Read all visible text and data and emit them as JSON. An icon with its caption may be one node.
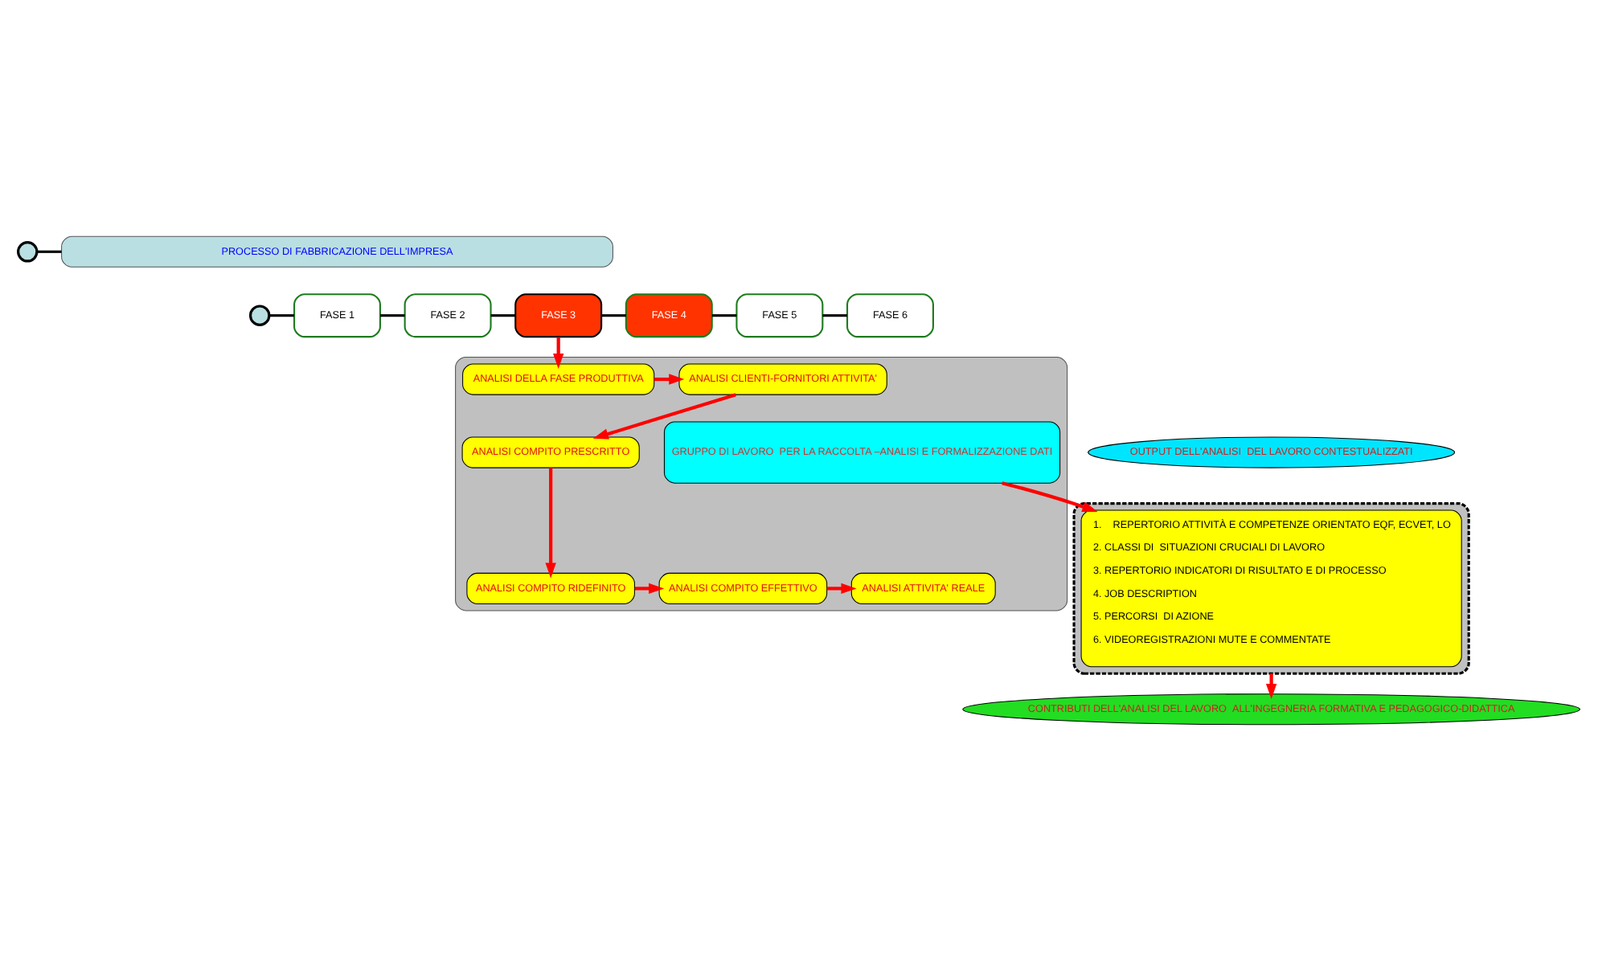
{
  "diagram": {
    "nodes": [
      {
        "text": [],
        "shape": "circle"
      },
      {
        "text": [
          "PROCESSO DI FABBRICAZIONE DELL'IMPRESA"
        ]
      },
      {
        "text": [],
        "shape": "circle"
      },
      {
        "text": [
          "FASE 1"
        ]
      },
      {
        "text": [
          "FASE 2"
        ]
      },
      {
        "text": [
          "FASE 3"
        ]
      },
      {
        "text": [
          "FASE 4"
        ]
      },
      {
        "text": [
          "FASE 5"
        ]
      },
      {
        "text": [
          "FASE 6"
        ]
      },
      {
        "text": [],
        "shape": "box"
      },
      {
        "text": [
          "ANALISI DELLA FASE PRODUTTIVA"
        ],
        "in": 9
      },
      {
        "text": [
          "ANALISI CLIENTI-FORNITORI ATTIVITA'"
        ],
        "in": 9
      },
      {
        "text": [
          "ANALISI COMPITO PRESCRITTO"
        ],
        "in": 9
      },
      {
        "text": [
          "GRUPPO DI LAVORO  PER LA RACCOLTA –ANALISI E FORMALIZZAZIONE DATI"
        ],
        "in": 9
      },
      {
        "text": [
          "ANALISI COMPITO RIDEFINITO"
        ],
        "in": 9
      },
      {
        "text": [
          "ANALISI COMPITO EFFETTIVO"
        ],
        "in": 9
      },
      {
        "text": [
          "ANALISI ATTIVITA' REALE"
        ],
        "in": 9
      },
      {
        "text": [],
        "shape": "box"
      },
      {
        "text": [
          "OUTPUT DELL'ANALISI  DEL LAVORO CONTESTUALIZZATI"
        ]
      },
      {
        "text": [
          "1.    REPERTORIO ATTIVITÀ E COMPETENZE ORIENTATO EQF, ECVET, LO",
          "2. CLASSI DI  SITUAZIONI CRUCIALI DI LAVORO",
          "3. REPERTORIO INDICATORI DI RISULTATO E DI PROCESSO",
          "4. JOB DESCRIPTION",
          "5. PERCORSI  DI AZIONE",
          "6. VIDEOREGISTRAZIONI MUTE E COMMENTATE"
        ],
        "in": 17
      },
      {
        "text": [
          "CONTRIBUTI DELL'ANALISI DEL LAVORO  ALL'INGEGNERIA FORMATIVA E PEDAGOGICO-DIDATTICA"
        ]
      }
    ],
    "edges": [
      {
        "from": 0,
        "to": 1,
        "arrow": "none",
        "color": "#000000"
      },
      {
        "from": 2,
        "to": 3,
        "arrow": "none",
        "color": "#000000"
      },
      {
        "from": 3,
        "to": 4,
        "arrow": "none",
        "color": "#000000"
      },
      {
        "from": 4,
        "to": 5,
        "arrow": "none",
        "color": "#000000"
      },
      {
        "from": 5,
        "to": 6,
        "arrow": "none",
        "color": "#000000"
      },
      {
        "from": 6,
        "to": 7,
        "arrow": "none",
        "color": "#000000"
      },
      {
        "from": 7,
        "to": 8,
        "arrow": "none",
        "color": "#000000"
      },
      {
        "from": 5,
        "to": 10,
        "arrow": "to"
      },
      {
        "from": 10,
        "to": 11,
        "arrow": "to"
      },
      {
        "from": 11,
        "to": 12,
        "arrow": "to"
      },
      {
        "from": 12,
        "to": 14,
        "arrow": "to"
      },
      {
        "from": 14,
        "to": 15,
        "arrow": "to"
      },
      {
        "from": 15,
        "to": 16,
        "arrow": "to"
      },
      {
        "from": 13,
        "to": 19,
        "arrow": "to"
      },
      {
        "from": 17,
        "to": 20,
        "arrow": "to"
      }
    ]
  }
}
